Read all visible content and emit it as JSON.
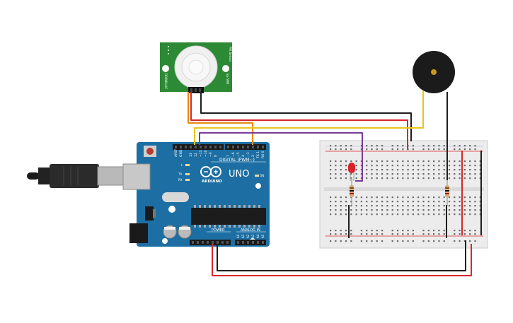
{
  "arduino": {
    "digital_label": "DIGITAL (PWM~)",
    "uno_label": "UNO",
    "brand": "ARDUINO",
    "on_label": "ON",
    "tx_label": "TX",
    "rx_label": "RX",
    "l_label": "L",
    "power_label": "POWER",
    "analog_label": "ANALOG IN",
    "analog_pins": [
      "A0",
      "A1",
      "A2",
      "A3",
      "A4",
      "A5"
    ],
    "digital_pins": [
      "AREF",
      "GND",
      "13",
      "12",
      "~11",
      "~10",
      "~9",
      "8",
      "7",
      "~6",
      "~5",
      "4",
      "~3",
      "2",
      "TX 1",
      "RX 0"
    ]
  },
  "pir_sensor": {
    "left_text": "DRAWLLAC",
    "right_text_a": "SS-5MV",
    "right_text_b": "PIR Sensor"
  },
  "colors": {
    "board": "#1d6fa3",
    "board_dark": "#155a86",
    "wire_red": "#d9262b",
    "wire_black": "#1e1e1e",
    "wire_yellow": "#e8c51c",
    "wire_orange": "#e58a12",
    "wire_purple": "#7a3a9a",
    "pir_green": "#2d8a34",
    "breadboard": "#ececec"
  }
}
